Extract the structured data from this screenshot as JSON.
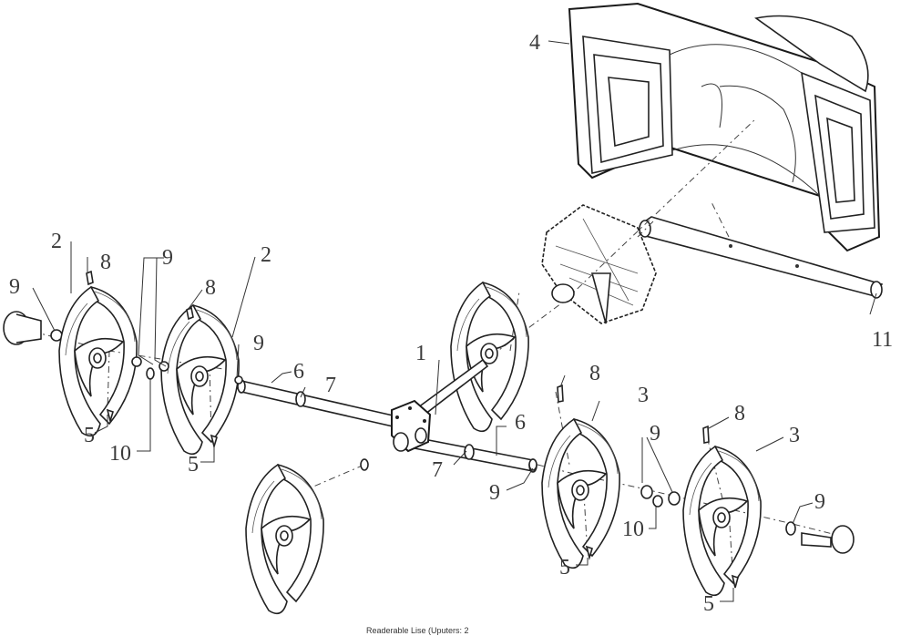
{
  "diagram": {
    "callouts": [
      {
        "id": "c4a",
        "text": "4"
      },
      {
        "id": "c11",
        "text": "11"
      },
      {
        "id": "c2a",
        "text": "2"
      },
      {
        "id": "c2b",
        "text": "2"
      },
      {
        "id": "c8a",
        "text": "8"
      },
      {
        "id": "c8b",
        "text": "8"
      },
      {
        "id": "c9a",
        "text": "9"
      },
      {
        "id": "c9b",
        "text": "9"
      },
      {
        "id": "c9c",
        "text": "9"
      },
      {
        "id": "c1",
        "text": "1"
      },
      {
        "id": "c6a",
        "text": "6"
      },
      {
        "id": "c7a",
        "text": "7"
      },
      {
        "id": "c5a",
        "text": "5"
      },
      {
        "id": "c10a",
        "text": "10"
      },
      {
        "id": "c5b",
        "text": "5"
      },
      {
        "id": "c8c",
        "text": "8"
      },
      {
        "id": "c3a",
        "text": "3"
      },
      {
        "id": "c6b",
        "text": "6"
      },
      {
        "id": "c7b",
        "text": "7"
      },
      {
        "id": "c9d",
        "text": "9"
      },
      {
        "id": "c9e",
        "text": "9"
      },
      {
        "id": "c8d",
        "text": "8"
      },
      {
        "id": "c3b",
        "text": "3"
      },
      {
        "id": "c10b",
        "text": "10"
      },
      {
        "id": "c9f",
        "text": "9"
      },
      {
        "id": "c5c",
        "text": "5"
      },
      {
        "id": "c5d",
        "text": "5"
      }
    ],
    "footer_text": "Readerable Lise (Uputers: 2"
  }
}
